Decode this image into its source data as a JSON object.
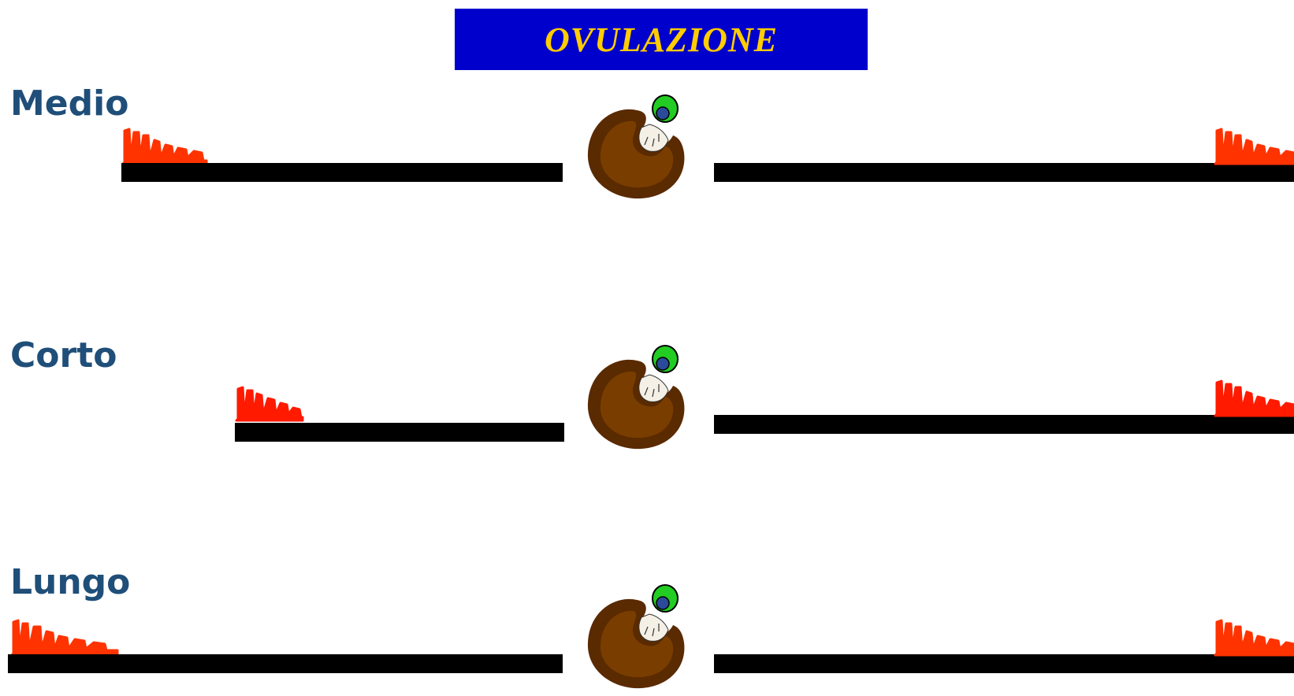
{
  "title": "OVULAZIONE",
  "colors": {
    "title_background": "#0000cc",
    "title_text": "#ffcc00",
    "label_text": "#1f4e79",
    "bleeding": "#ff3300",
    "phase_bar": "#000000",
    "ovary_outer": "#5a2a00",
    "ovary_inner": "#7a3d00",
    "oocyte": "#22cc22",
    "nucleus": "#2b4a9a"
  },
  "icons": {
    "ovary": "ovary-with-follicle-icon",
    "bleeding": "menstrual-flow-icon"
  },
  "rows": [
    {
      "label": "Medio"
    },
    {
      "label": "Corto"
    },
    {
      "label": "Lungo"
    }
  ]
}
